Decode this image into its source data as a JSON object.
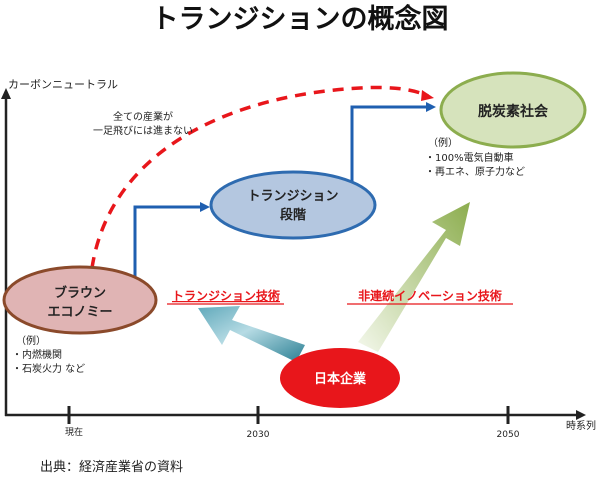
{
  "title": "トランジションの概念図",
  "axes": {
    "y_label": "カーボンニュートラル",
    "x_label": "時系列",
    "ticks": [
      "現在",
      "2030",
      "2050"
    ]
  },
  "note": {
    "line1": "全ての産業が",
    "line2": "一足飛びには進まない"
  },
  "nodes": {
    "brown": {
      "line1": "ブラウン",
      "line2": "エコノミー"
    },
    "transition": {
      "line1": "トランジション",
      "line2": "段階"
    },
    "decarbonized": {
      "label": "脱炭素社会"
    },
    "japan": {
      "label": "日本企業"
    }
  },
  "examples": {
    "brown": {
      "head": "（例）",
      "item1": "・内燃機関",
      "item2": "・石炭火力 など"
    },
    "decarbonized": {
      "head": "（例）",
      "item1": "・100%電気自動車",
      "item2": "・再エネ、原子力など"
    }
  },
  "tech": {
    "transition": "トランジション技術",
    "innovation": "非連続イノベーション技術"
  },
  "source": "出典：経済産業省の資料",
  "colors": {
    "red": "#e8161b",
    "blue": "#1f5fb0",
    "brown_fill": "#e0b4b4",
    "transition_fill": "#b4c7e0",
    "green_fill": "#d6e3bc"
  }
}
